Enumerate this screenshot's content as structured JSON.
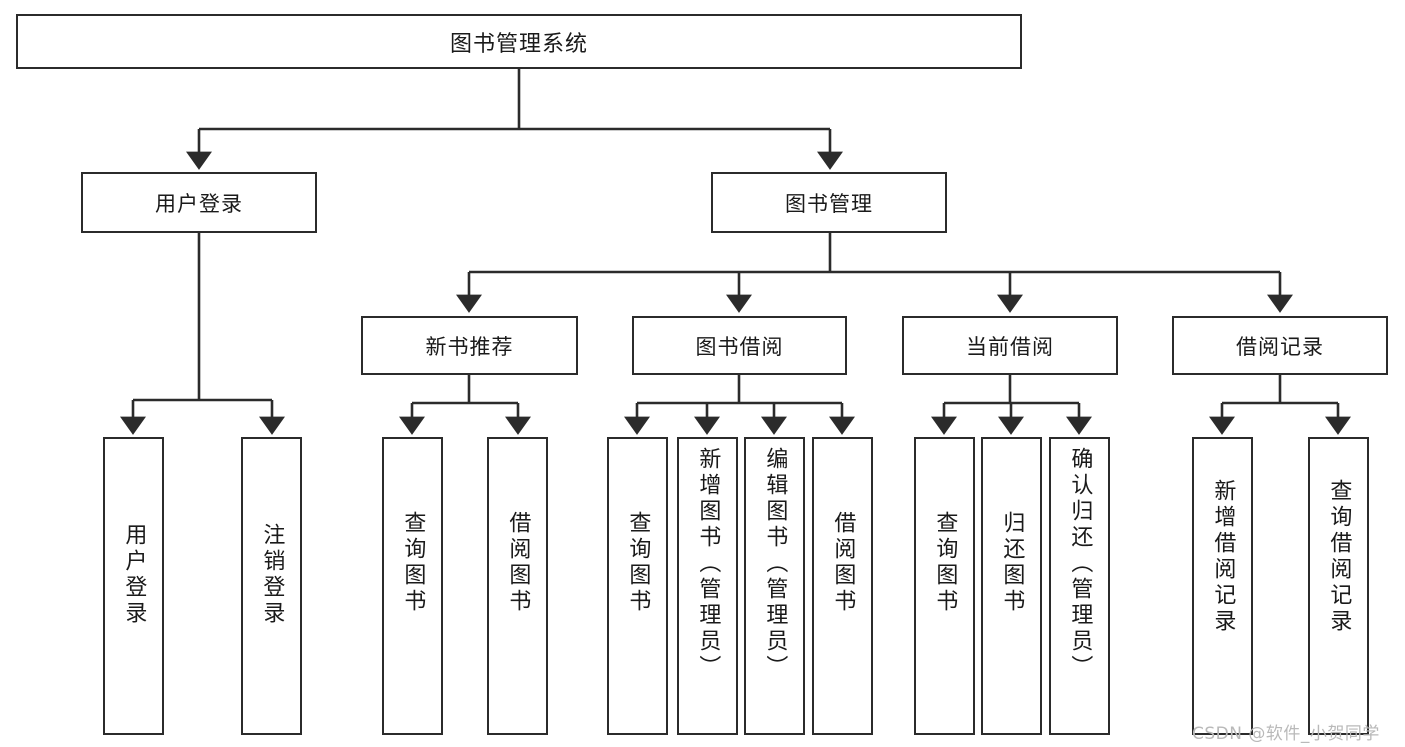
{
  "diagram": {
    "type": "hierarchy-tree",
    "title": "图书管理系统",
    "background": "#ffffff",
    "line_color": "#2b2b2b",
    "box_fill": "#ffffff",
    "text_color": "#1a1a1a"
  },
  "root": {
    "label": "图书管理系统"
  },
  "level2": [
    {
      "label": "用户登录"
    },
    {
      "label": "图书管理"
    }
  ],
  "level3": [
    {
      "label": "新书推荐"
    },
    {
      "label": "图书借阅"
    },
    {
      "label": "当前借阅"
    },
    {
      "label": "借阅记录"
    }
  ],
  "leaves": {
    "user_login": [
      {
        "label": "用户登录"
      },
      {
        "label": "注销登录"
      }
    ],
    "new_book": [
      {
        "label": "查询图书"
      },
      {
        "label": "借阅图书"
      }
    ],
    "borrow_book": [
      {
        "label": "查询图书"
      },
      {
        "label": "新增图书（管理员）"
      },
      {
        "label": "编辑图书（管理员）"
      },
      {
        "label": "借阅图书"
      }
    ],
    "current_borrow": [
      {
        "label": "查询图书"
      },
      {
        "label": "归还图书"
      },
      {
        "label": "确认归还（管理员）"
      }
    ],
    "borrow_record": [
      {
        "label": "新增借阅记录"
      },
      {
        "label": "查询借阅记录"
      }
    ]
  },
  "watermark": {
    "text": "CSDN @软件_小贺同学"
  }
}
